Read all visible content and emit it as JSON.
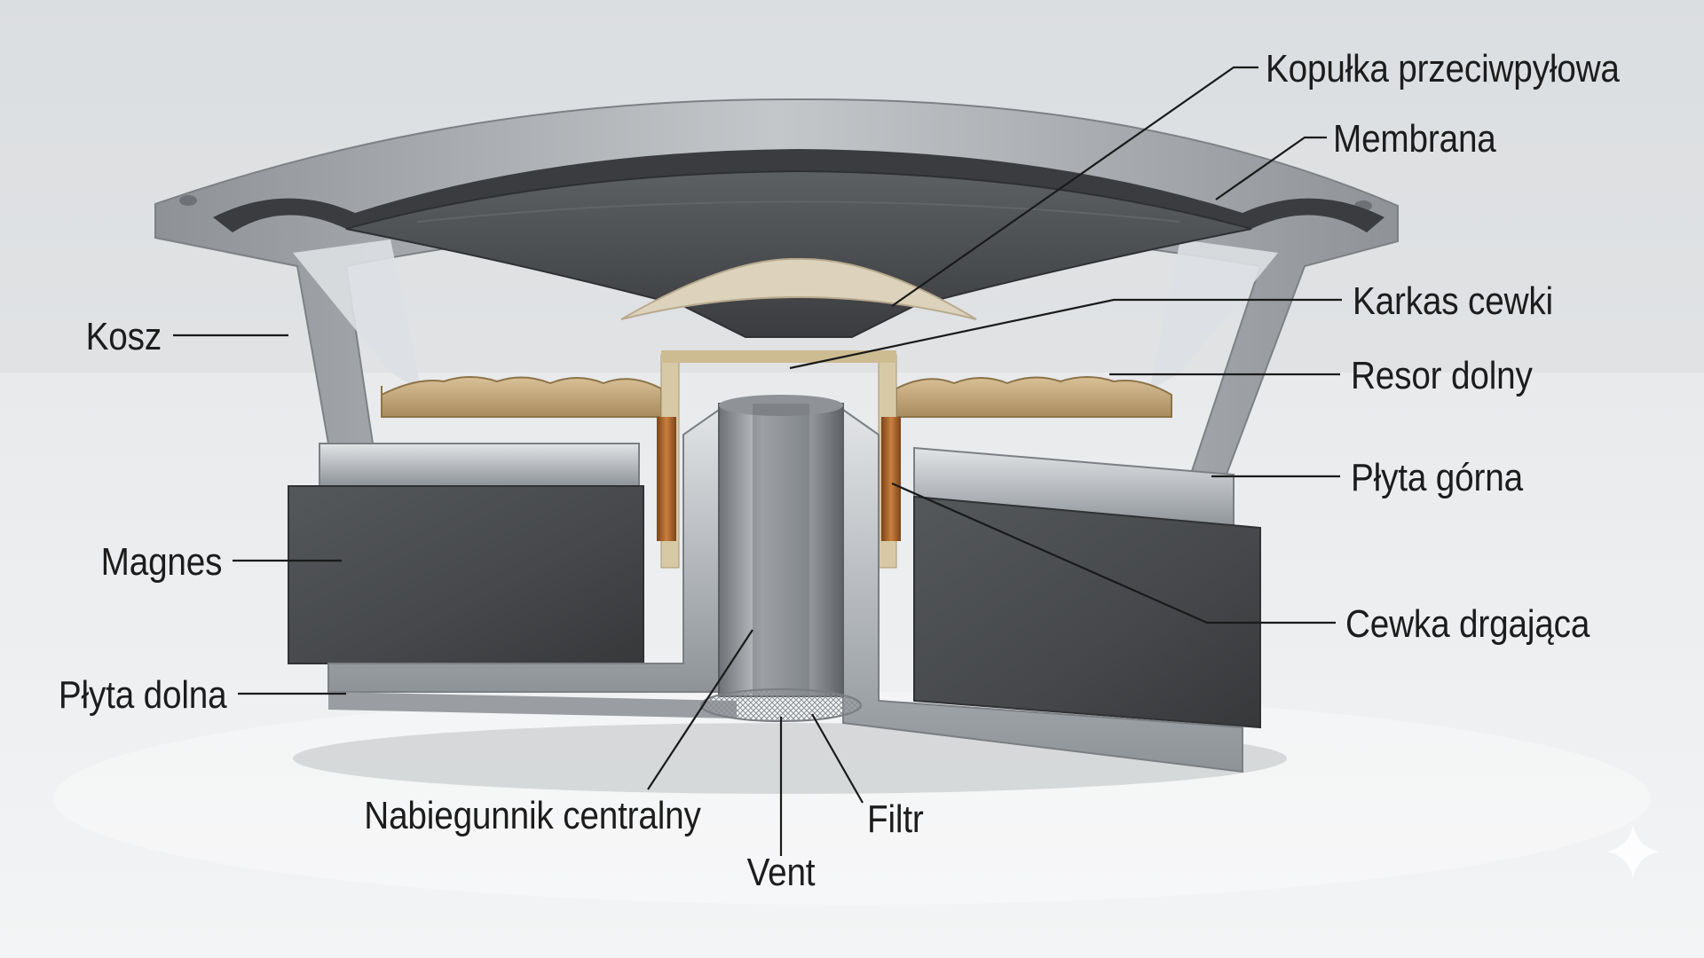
{
  "diagram": {
    "subject": "loudspeaker-cutaway",
    "colors": {
      "background": "#eceef0",
      "frame_metal": "#a9adb1",
      "cone": "#4b4d50",
      "spider": "#c7ab7d",
      "dust_cap": "#ddd2bb",
      "magnet": "#4a4c4f",
      "steel_plate": "#c9ccd0",
      "coil_copper": "#b06a34",
      "leader_line": "#1a1a1a"
    },
    "labels": {
      "dust_cap": "Kopułka przeciwpyłowa",
      "cone": "Membrana",
      "basket": "Kosz",
      "voice_coil_former": "Karkas cewki",
      "spider": "Resor dolny",
      "top_plate": "Płyta górna",
      "magnet": "Magnes",
      "voice_coil": "Cewka drgająca",
      "bottom_plate": "Płyta dolna",
      "pole_piece": "Nabiegunnik centralny",
      "filter": "Filtr",
      "vent": "Vent"
    },
    "watermark_icon": "sparkle-icon"
  }
}
